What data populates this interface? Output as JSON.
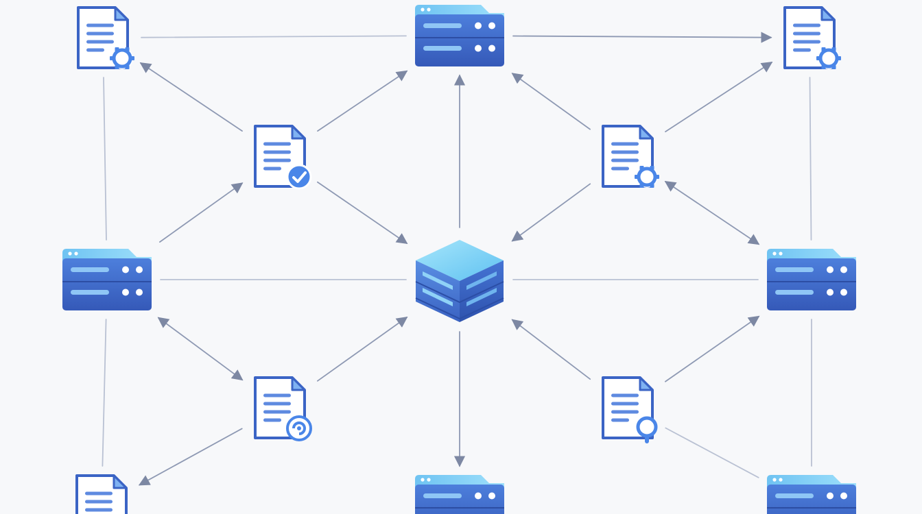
{
  "diagram": {
    "kind": "network",
    "colors": {
      "background": "#f7f8fa",
      "connector": "#8e99b3",
      "connector_light": "#b9c1d3",
      "server_body": "#3f6fd0",
      "server_top": "#7fd0f5",
      "server_slot": "#8fc6f5",
      "doc_outline": "#3b64c5",
      "doc_lines": "#5e8ae0",
      "hub_top": "#7ad4f7",
      "hub_side": "#3a67c9"
    },
    "nodes": [
      {
        "id": "doc-top-left",
        "icon": "document-gear-icon"
      },
      {
        "id": "server-top-center",
        "icon": "server-icon"
      },
      {
        "id": "doc-top-right",
        "icon": "document-gear-icon"
      },
      {
        "id": "doc-upper-left",
        "icon": "document-check-icon"
      },
      {
        "id": "doc-upper-right",
        "icon": "document-gear-icon"
      },
      {
        "id": "server-mid-left",
        "icon": "server-icon"
      },
      {
        "id": "hub-center",
        "icon": "database-cube-icon"
      },
      {
        "id": "server-mid-right",
        "icon": "server-icon"
      },
      {
        "id": "doc-lower-left",
        "icon": "document-sync-icon"
      },
      {
        "id": "doc-lower-right",
        "icon": "document-search-icon"
      },
      {
        "id": "doc-bottom-left",
        "icon": "document-icon"
      },
      {
        "id": "server-bottom-center",
        "icon": "server-icon"
      },
      {
        "id": "server-bottom-right",
        "icon": "server-icon"
      }
    ],
    "edges": [
      {
        "from": "doc-top-left",
        "to": "server-top-center",
        "arrow": "none"
      },
      {
        "from": "server-top-center",
        "to": "doc-top-right",
        "arrow": "end"
      },
      {
        "from": "doc-top-left",
        "to": "server-mid-left",
        "arrow": "none"
      },
      {
        "from": "doc-top-right",
        "to": "server-mid-right",
        "arrow": "none"
      },
      {
        "from": "doc-upper-left",
        "to": "doc-top-left",
        "arrow": "end"
      },
      {
        "from": "doc-upper-left",
        "to": "server-top-center",
        "arrow": "end"
      },
      {
        "from": "doc-upper-right",
        "to": "server-top-center",
        "arrow": "end"
      },
      {
        "from": "doc-upper-right",
        "to": "doc-top-right",
        "arrow": "end"
      },
      {
        "from": "hub-center",
        "to": "server-top-center",
        "arrow": "end"
      },
      {
        "from": "doc-upper-left",
        "to": "hub-center",
        "arrow": "end"
      },
      {
        "from": "doc-upper-right",
        "to": "hub-center",
        "arrow": "end"
      },
      {
        "from": "server-mid-left",
        "to": "doc-upper-left",
        "arrow": "end"
      },
      {
        "from": "server-mid-right",
        "to": "doc-upper-right",
        "arrow": "both"
      },
      {
        "from": "server-mid-left",
        "to": "hub-center",
        "arrow": "none"
      },
      {
        "from": "hub-center",
        "to": "server-mid-right",
        "arrow": "none"
      },
      {
        "from": "doc-lower-left",
        "to": "hub-center",
        "arrow": "end"
      },
      {
        "from": "doc-lower-right",
        "to": "hub-center",
        "arrow": "end"
      },
      {
        "from": "doc-lower-left",
        "to": "server-mid-left",
        "arrow": "both"
      },
      {
        "from": "doc-lower-right",
        "to": "server-mid-right",
        "arrow": "end"
      },
      {
        "from": "hub-center",
        "to": "server-bottom-center",
        "arrow": "end"
      },
      {
        "from": "server-mid-left",
        "to": "doc-bottom-left",
        "arrow": "none"
      },
      {
        "from": "server-mid-right",
        "to": "server-bottom-right",
        "arrow": "none"
      },
      {
        "from": "doc-lower-left",
        "to": "doc-bottom-left",
        "arrow": "end"
      },
      {
        "from": "doc-lower-right",
        "to": "server-bottom-right",
        "arrow": "none"
      }
    ]
  }
}
